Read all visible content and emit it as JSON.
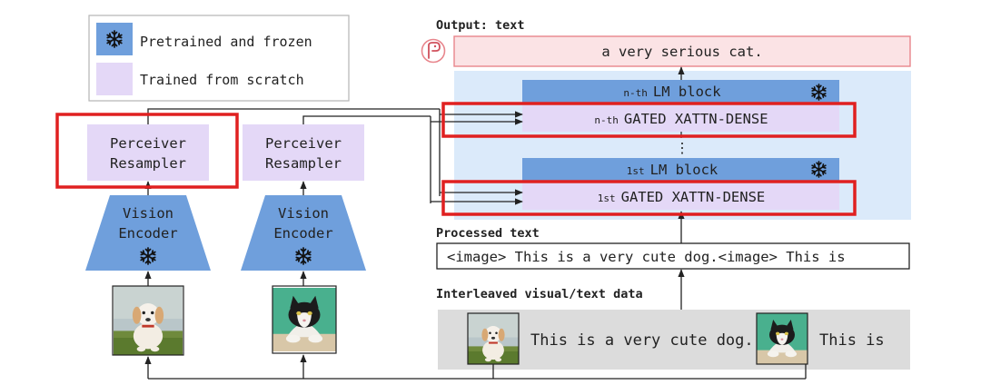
{
  "legend": {
    "frozen_label": "Pretrained and frozen",
    "scratch_label": "Trained from scratch"
  },
  "colors": {
    "frozen": "#6f9fdc",
    "scratch": "#e4d8f7",
    "highlight": "#e02020",
    "lm_panel": "#dbeafa",
    "output_fill": "#fbe3e5",
    "output_border": "#e8858c",
    "data_panel": "#dcdcdc"
  },
  "output": {
    "heading": "Output: text",
    "text": "a very serious cat."
  },
  "lm": {
    "nth_block_prefix": "n-th",
    "nth_block_label": "LM block",
    "nth_xattn_prefix": "n-th",
    "nth_xattn_label": "GATED XATTN-DENSE",
    "ellipsis": "⋮",
    "first_block_prefix": "1st",
    "first_block_label": "LM block",
    "first_xattn_prefix": "1st",
    "first_xattn_label": "GATED XATTN-DENSE"
  },
  "processed": {
    "heading": "Processed text",
    "text": "<image> This is a very cute dog.<image> This is"
  },
  "interleaved": {
    "heading": "Interleaved visual/text data",
    "segment1": "This is a very cute dog.",
    "segment2": "This is"
  },
  "left_branch": {
    "resampler_line1": "Perceiver",
    "resampler_line2": "Resampler",
    "encoder_line1": "Vision",
    "encoder_line2": "Encoder",
    "image_subject": "dog"
  },
  "right_branch": {
    "resampler_line1": "Perceiver",
    "resampler_line2": "Resampler",
    "encoder_line1": "Vision",
    "encoder_line2": "Encoder",
    "image_subject": "cat"
  },
  "icons": {
    "frozen": "snowflake-icon",
    "output_model": "model-logo-icon"
  }
}
